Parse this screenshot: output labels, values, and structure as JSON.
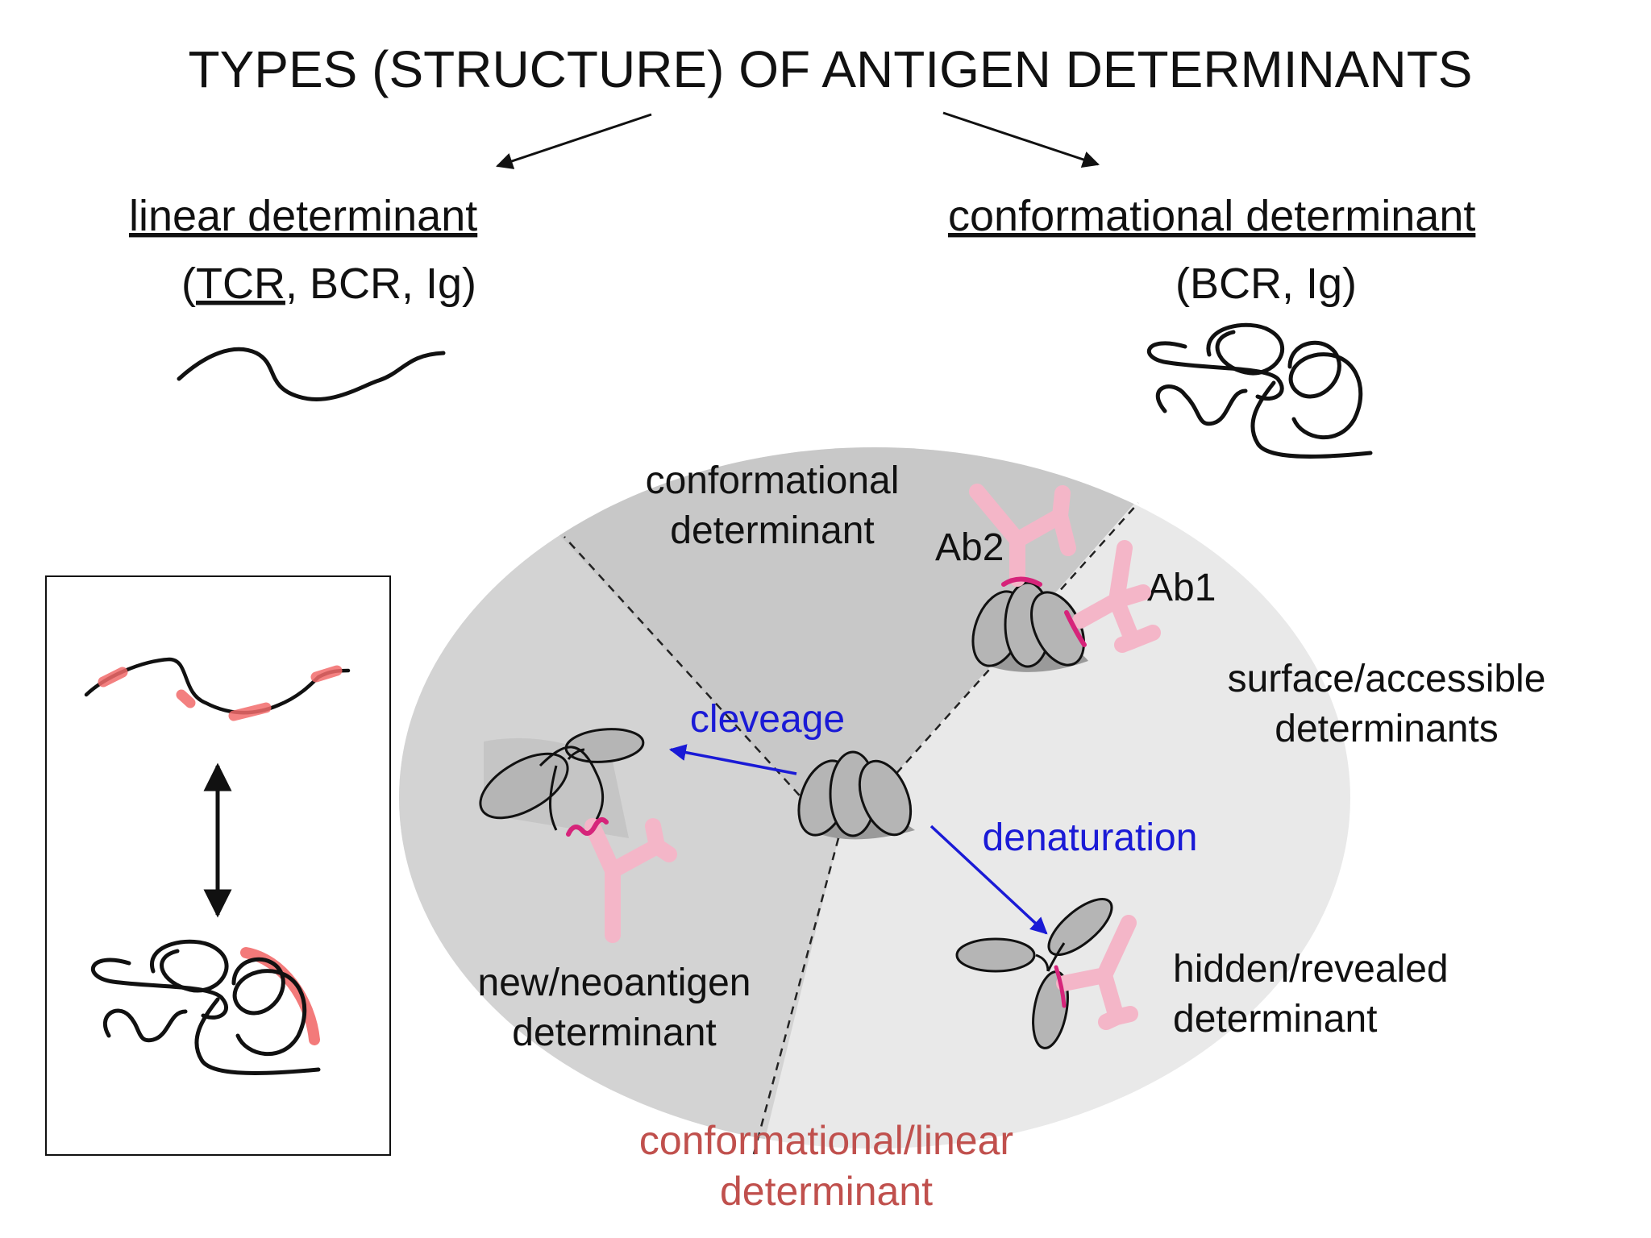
{
  "title": "TYPES (STRUCTURE) OF ANTIGEN DETERMINANTS",
  "linear": {
    "heading": "linear determinant",
    "receptors_open": "(",
    "receptors_tcr": "TCR",
    "receptors_rest": ", BCR, Ig)"
  },
  "conformational": {
    "heading": "conformational determinant",
    "receptors": "(BCR, Ig)"
  },
  "ellipse": {
    "sector_top": [
      "conformational",
      "determinant"
    ],
    "antibody_2": "Ab2",
    "antibody_1": "Ab1",
    "sector_right": [
      "surface/accessible",
      "determinants"
    ],
    "process_left": "cleveage",
    "process_right": "denaturation",
    "sector_left": [
      "new/neoantigen",
      "determinant"
    ],
    "sector_bottom_right": [
      "hidden/revealed",
      "determinant"
    ],
    "bottom": [
      "conformational/linear",
      "determinant"
    ]
  },
  "colors": {
    "ellipse_light": "#e8e8e8",
    "ellipse_dark": "#c9c9c9",
    "antibody_pink": "#f4b6c8",
    "epitope_magenta": "#d6247a",
    "process_blue": "#1a1ad6",
    "label_red": "#c0504d",
    "epitope_highlight": "#f26b6b",
    "protein_gray": "#b5b5b5"
  }
}
